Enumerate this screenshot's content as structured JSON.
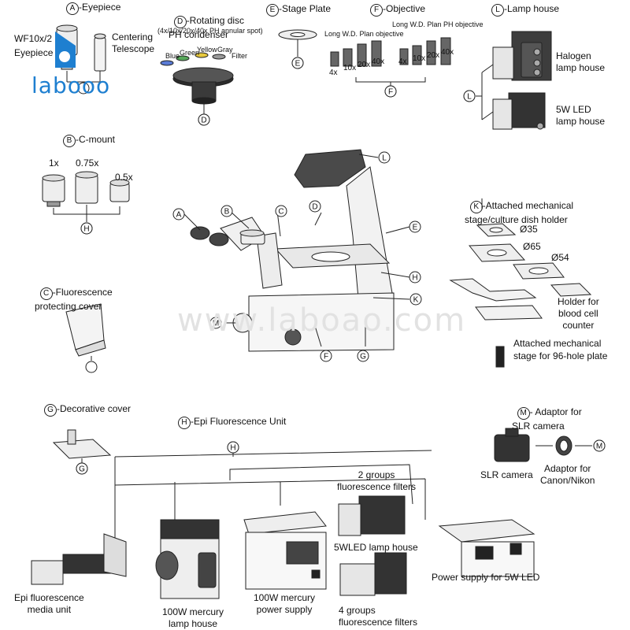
{
  "brand": {
    "logo_text": "labooo",
    "watermark": "www.laboao.com"
  },
  "sections": {
    "A": {
      "letter": "A",
      "title": "-Eyepiece",
      "eyepiece": "WF10x/2\nEyepiece",
      "telescope": "Centering\nTelescope"
    },
    "D": {
      "letter": "D",
      "title": "-Rotating disc\nPH condenser",
      "sub": "(4x/10x/20x/40x PH annular spot)",
      "blue": "Blue",
      "green": "Green",
      "yellow": "Yellow",
      "gray": "Gray",
      "filter": "Filter"
    },
    "E": {
      "letter": "E",
      "title": "-Stage Plate"
    },
    "F": {
      "letter": "F",
      "title": "-Objective",
      "lwd_plan": "Long W.D. Plan objective",
      "lwd_ph": "Long W.D. Plan PH objective",
      "mags": [
        "4x",
        "10x",
        "20x",
        "40x"
      ]
    },
    "L": {
      "letter": "L",
      "title": "-Lamp house",
      "halogen": "Halogen\nlamp house",
      "led": "5W LED\nlamp house"
    },
    "B": {
      "letter": "B",
      "title": "-C-mount",
      "m1": "1x",
      "m2": "0.75x",
      "m3": "0.5x"
    },
    "C": {
      "letter": "C",
      "title": "-Fluorescence\nprotecting cover"
    },
    "K": {
      "letter": "K",
      "title": "-Attached mechanical\nstage/culture dish holder",
      "d35": "Ø35",
      "d65": "Ø65",
      "d54": "Ø54",
      "blood": "Holder for\nblood cell\ncounter",
      "hole96": "Attached mechanical\nstage for 96-hole plate"
    },
    "G": {
      "letter": "G",
      "title": "-Decorative cover"
    },
    "H": {
      "letter": "H",
      "title": "-Epi Fluorescence Unit",
      "media": "Epi fluorescence\nmedia unit",
      "mercury": "100W mercury\nlamp house",
      "power": "100W mercury\npower supply",
      "two_groups": "2 groups\nfluorescence filters",
      "led_house": "5WLED lamp house",
      "four_groups": "4 groups\nfluorescence filters",
      "led_power": "Power supply for 5W LED"
    },
    "M": {
      "letter": "M",
      "title": "- Adaptor for\nSLR camera",
      "slr": "SLR camera",
      "canon": "Adaptor for\nCanon/Nikon"
    }
  },
  "callouts": [
    "A",
    "B",
    "C",
    "D",
    "E",
    "F",
    "G",
    "H",
    "K",
    "L",
    "M"
  ]
}
